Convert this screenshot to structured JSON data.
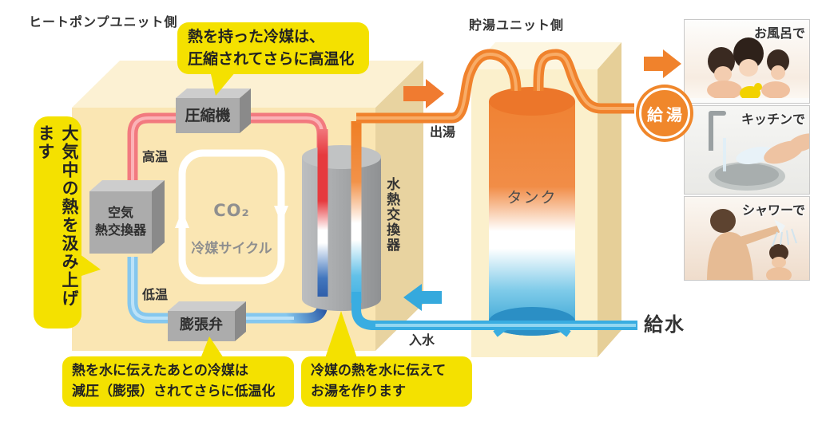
{
  "heat_pump_unit": {
    "title": "ヒートポンプユニット側",
    "callout_compressed": "熱を持った冷媒は、\n圧縮されてさらに高温化",
    "callout_ambient": "大気中の熱を汲み上げます",
    "callout_expanded": "熱を水に伝えたあとの冷媒は\n減圧（膨張）されてさらに低温化",
    "callout_heating": "冷媒の熱を水に伝えて\nお湯を作ります",
    "compressor": "圧縮機",
    "air_heat_exchanger": "空気\n熱交換器",
    "expansion_valve": "膨張弁",
    "water_heat_exchanger": "水熱交換器",
    "co2_gas": "CO₂",
    "co2_cycle": "冷媒サイクル",
    "high_temp": "高温",
    "low_temp": "低温"
  },
  "storage_unit": {
    "title": "貯湯ユニット側",
    "tank": "タンク",
    "hot_water_out": "出湯",
    "water_in": "入水",
    "water_supply": "給水",
    "hot_water_supply": "給湯"
  },
  "usage_photos": [
    {
      "caption": "お風呂で"
    },
    {
      "caption": "キッチンで"
    },
    {
      "caption": "シャワーで"
    }
  ],
  "colors": {
    "callout_bg": "#F4E100",
    "unit_box_front": "#FAE6B3",
    "storage_box_front": "#FBF0CC",
    "hot_water_pipe": "#F0822C",
    "cold_water_pipe": "#39ADE1",
    "refrigerant_hot": "#E63A3E",
    "refrigerant_cold": "#7EC8EF",
    "component_gray": "#ACACAC",
    "supply_circle": "#F0872B"
  }
}
